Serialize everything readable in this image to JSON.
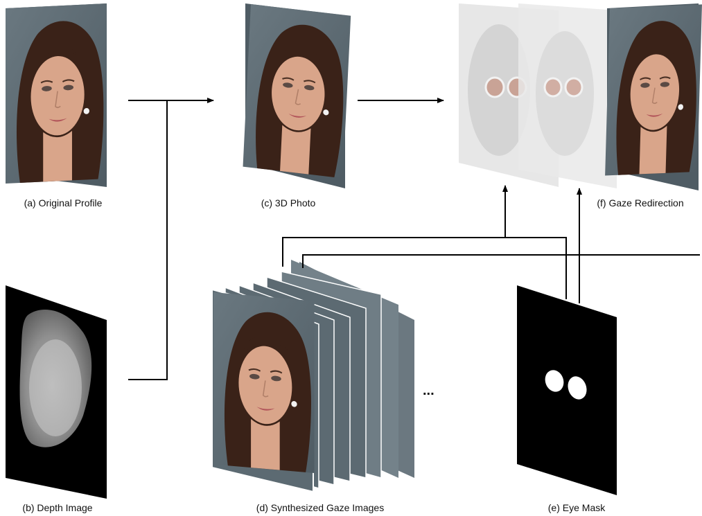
{
  "captions": {
    "original_profile": "(a) Original Profile",
    "depth_image": "(b) Depth Image",
    "photo_3d": "(c) 3D Photo",
    "synthesized_gaze": "(d) Synthesized Gaze Images",
    "eye_mask": "(e) Eye Mask",
    "gaze_redirection": "(f) Gaze Redirection"
  },
  "ellipsis": "...",
  "colors": {
    "photo_background": "#5c6a72",
    "hair": "#3a2218",
    "skin": "#d9a58a",
    "mask_black": "#000000",
    "mask_white": "#ffffff",
    "depth_shade": "#b5b5b5",
    "ghost_layer": "#e6e6e6",
    "arrow": "#000000"
  }
}
